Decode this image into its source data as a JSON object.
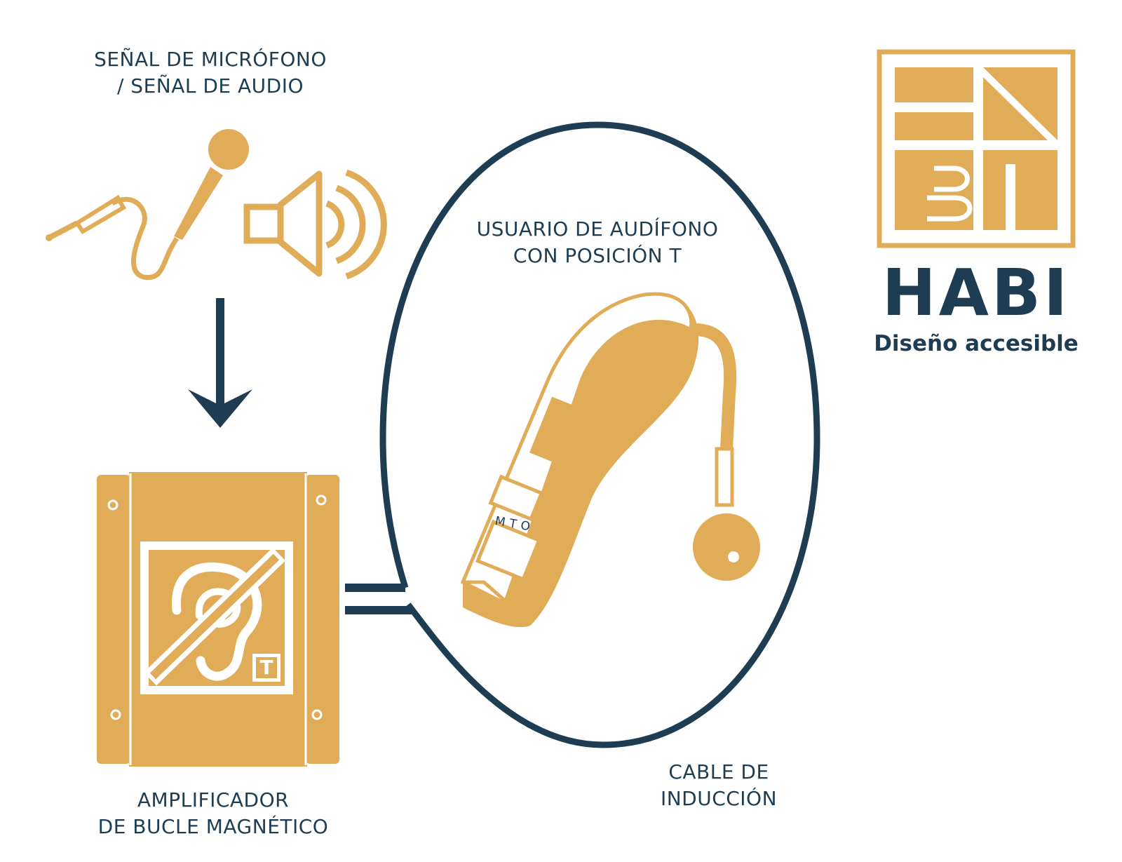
{
  "labels": {
    "signal_line1": "SEÑAL DE MICRÓFONO",
    "signal_line2": "/ SEÑAL DE AUDIO",
    "user_line1": "USUARIO DE AUDÍFONO",
    "user_line2": "CON POSICIÓN T",
    "amp_line1": "AMPLIFICADOR",
    "amp_line2": "DE BUCLE MAGNÉTICO",
    "cable_line1": "CABLE DE",
    "cable_line2": "INDUCCIÓN"
  },
  "hearing_aid": {
    "switch_letters": "MTO"
  },
  "loop_sign": {
    "t_badge": "T"
  },
  "logo": {
    "name": "HABI",
    "tagline": "Diseño accesible"
  },
  "colors": {
    "gold": "#e0ac57",
    "navy": "#1e3d53",
    "white": "#ffffff"
  }
}
